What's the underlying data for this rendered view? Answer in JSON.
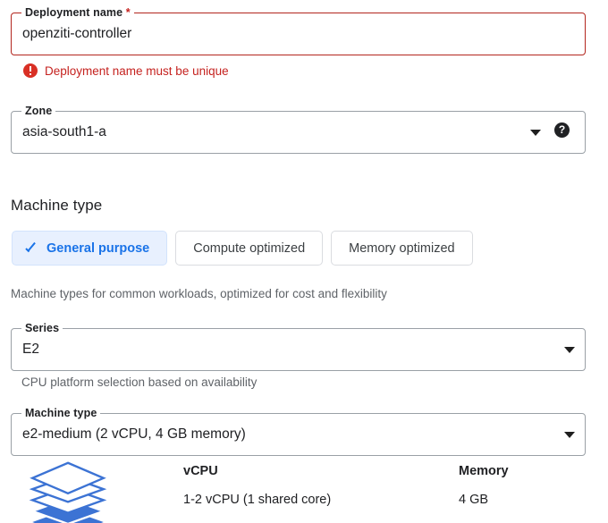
{
  "deployment_name": {
    "label": "Deployment name",
    "required_marker": "*",
    "value": "openziti-controller",
    "error": "Deployment name must be unique",
    "error_icon": "error-circle-icon"
  },
  "zone": {
    "label": "Zone",
    "value": "asia-south1-a",
    "dropdown_icon": "chevron-down-icon",
    "help_icon": "help-circle-icon",
    "help_glyph": "?"
  },
  "machine_type_section": {
    "title": "Machine type",
    "chips": [
      {
        "label": "General purpose",
        "selected": true,
        "check_icon": "check-icon"
      },
      {
        "label": "Compute optimized",
        "selected": false
      },
      {
        "label": "Memory optimized",
        "selected": false
      }
    ],
    "helper": "Machine types for common workloads, optimized for cost and flexibility"
  },
  "series": {
    "label": "Series",
    "value": "E2",
    "dropdown_icon": "chevron-down-icon",
    "helper": "CPU platform selection based on availability"
  },
  "machine_type": {
    "label": "Machine type",
    "value": "e2-medium (2 vCPU, 4 GB memory)",
    "dropdown_icon": "chevron-down-icon"
  },
  "specs": {
    "icon": "stacked-layers-icon",
    "columns": [
      {
        "header": "vCPU",
        "value": "1-2 vCPU (1 shared core)"
      },
      {
        "header": "Memory",
        "value": "4 GB"
      }
    ]
  },
  "colors": {
    "error_border": "#b3261e",
    "error_text": "#c5221f",
    "error_icon": "#d93025",
    "accent_blue": "#1a73e8",
    "chip_selected_bg": "#e8f0fe",
    "field_border": "#9aa0a6",
    "helper_text": "#5f6368",
    "text_primary": "#202124"
  }
}
